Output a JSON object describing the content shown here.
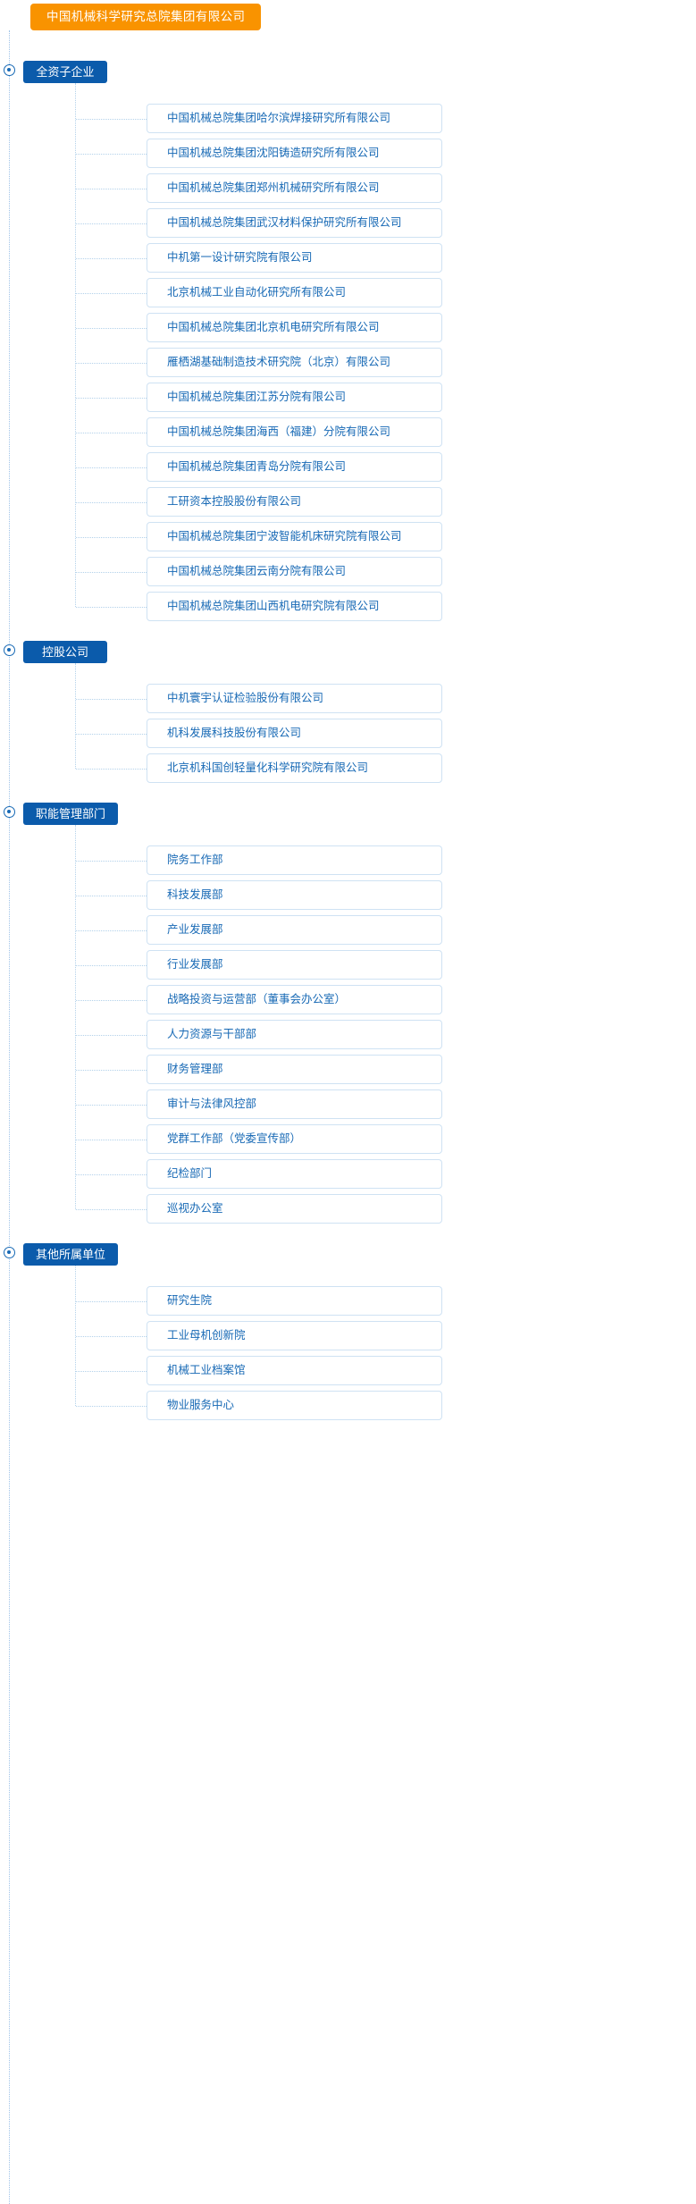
{
  "colors": {
    "root_bg": "#f99300",
    "group_bg": "#0b5bab",
    "item_border": "#cfe2f3",
    "item_text": "#1769b5",
    "dotted_line": "#b3d1ea",
    "spine_line": "#9fc3e8",
    "node_marker": "#1769b5",
    "page_bg": "#ffffff"
  },
  "root": {
    "label": "中国机械科学研究总院集团有限公司"
  },
  "groups": [
    {
      "label": "全资子企业",
      "items": [
        "中国机械总院集团哈尔滨焊接研究所有限公司",
        "中国机械总院集团沈阳铸造研究所有限公司",
        "中国机械总院集团郑州机械研究所有限公司",
        "中国机械总院集团武汉材料保护研究所有限公司",
        "中机第一设计研究院有限公司",
        "北京机械工业自动化研究所有限公司",
        "中国机械总院集团北京机电研究所有限公司",
        "雁栖湖基础制造技术研究院（北京）有限公司",
        "中国机械总院集团江苏分院有限公司",
        "中国机械总院集团海西（福建）分院有限公司",
        "中国机械总院集团青岛分院有限公司",
        "工研资本控股股份有限公司",
        "中国机械总院集团宁波智能机床研究院有限公司",
        "中国机械总院集团云南分院有限公司",
        "中国机械总院集团山西机电研究院有限公司"
      ]
    },
    {
      "label": "控股公司",
      "items": [
        "中机寰宇认证检验股份有限公司",
        "机科发展科技股份有限公司",
        "北京机科国创轻量化科学研究院有限公司"
      ]
    },
    {
      "label": "职能管理部门",
      "items": [
        "院务工作部",
        "科技发展部",
        "产业发展部",
        "行业发展部",
        "战略投资与运营部（董事会办公室）",
        "人力资源与干部部",
        "财务管理部",
        "审计与法律风控部",
        "党群工作部（党委宣传部）",
        "纪检部门",
        "巡视办公室"
      ]
    },
    {
      "label": "其他所属单位",
      "items": [
        "研究生院",
        "工业母机创新院",
        "机械工业档案馆",
        "物业服务中心"
      ]
    }
  ]
}
